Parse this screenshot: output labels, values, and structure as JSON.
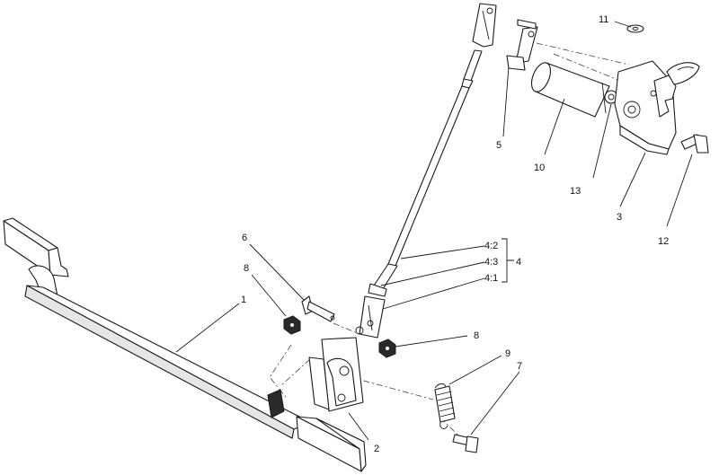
{
  "callouts": {
    "c1": "1",
    "c2": "2",
    "c3": "3",
    "c4": "4",
    "c4_1": "4:1",
    "c4_2": "4:2",
    "c4_3": "4:3",
    "c5": "5",
    "c6": "6",
    "c7": "7",
    "c8a": "8",
    "c8b": "8",
    "c9": "9",
    "c10": "10",
    "c11": "11",
    "c12": "12",
    "c13": "13"
  }
}
